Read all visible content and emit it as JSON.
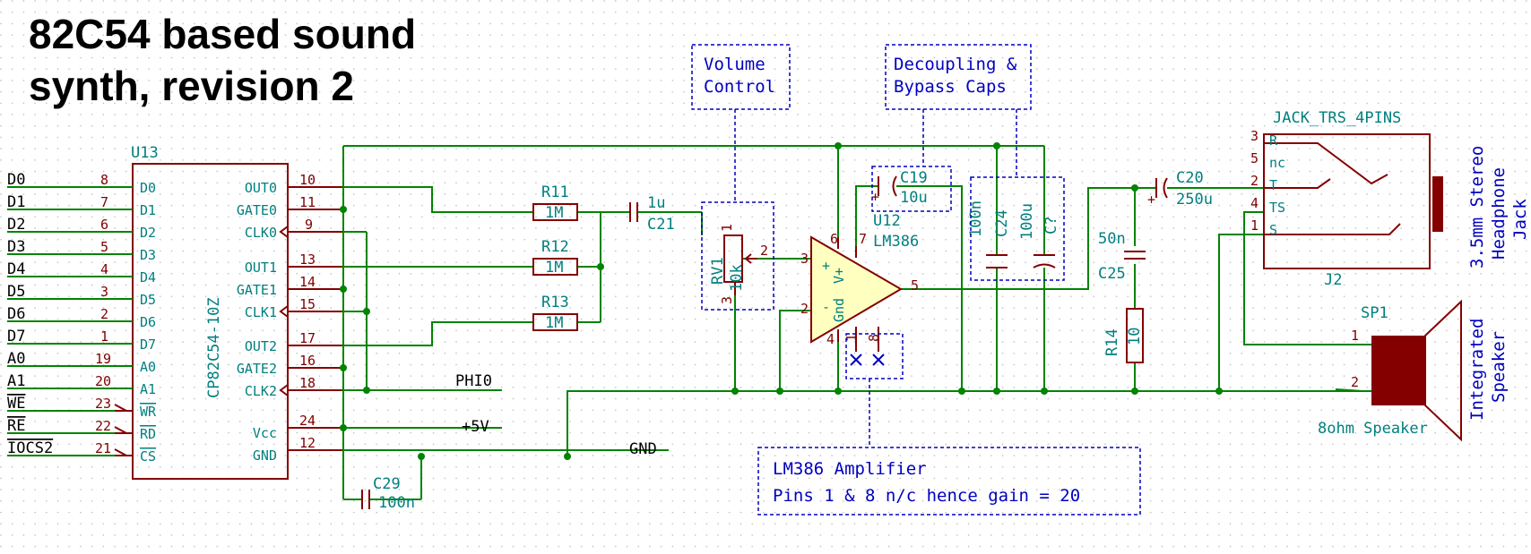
{
  "title": {
    "line1": "82C54 based sound",
    "line2": "synth, revision 2"
  },
  "u13": {
    "ref": "U13",
    "value": "CP82C54-10Z",
    "left_pins": [
      {
        "net": "D0",
        "num": "8",
        "name": "D0"
      },
      {
        "net": "D1",
        "num": "7",
        "name": "D1"
      },
      {
        "net": "D2",
        "num": "6",
        "name": "D2"
      },
      {
        "net": "D3",
        "num": "5",
        "name": "D3"
      },
      {
        "net": "D4",
        "num": "4",
        "name": "D4"
      },
      {
        "net": "D5",
        "num": "3",
        "name": "D5"
      },
      {
        "net": "D6",
        "num": "2",
        "name": "D6"
      },
      {
        "net": "D7",
        "num": "1",
        "name": "D7"
      },
      {
        "net": "A0",
        "num": "19",
        "name": "A0"
      },
      {
        "net": "A1",
        "num": "20",
        "name": "A1"
      },
      {
        "net": "WE",
        "num": "23",
        "name": "WR"
      },
      {
        "net": "RE",
        "num": "22",
        "name": "RD"
      },
      {
        "net": "IOCS2",
        "num": "21",
        "name": "CS"
      }
    ],
    "right_pins": [
      {
        "num": "10",
        "name": "OUT0"
      },
      {
        "num": "11",
        "name": "GATE0"
      },
      {
        "num": "9",
        "name": "CLK0"
      },
      {
        "num": "13",
        "name": "OUT1"
      },
      {
        "num": "14",
        "name": "GATE1"
      },
      {
        "num": "15",
        "name": "CLK1"
      },
      {
        "num": "17",
        "name": "OUT2"
      },
      {
        "num": "16",
        "name": "GATE2"
      },
      {
        "num": "18",
        "name": "CLK2"
      },
      {
        "num": "24",
        "name": "Vcc"
      },
      {
        "num": "12",
        "name": "GND"
      }
    ]
  },
  "nets": {
    "phi0": "PHI0",
    "vcc": "+5V",
    "gnd": "GND"
  },
  "resistors": {
    "r11": {
      "ref": "R11",
      "value": "1M"
    },
    "r12": {
      "ref": "R12",
      "value": "1M"
    },
    "r13": {
      "ref": "R13",
      "value": "1M"
    },
    "r14": {
      "ref": "R14",
      "value": "10"
    }
  },
  "capacitors": {
    "c21": {
      "ref": "C21",
      "value": "1u"
    },
    "c29": {
      "ref": "C29",
      "value": "100n"
    },
    "c19": {
      "ref": "C19",
      "value": "10u"
    },
    "c24": {
      "ref": "C24",
      "value": "100n"
    },
    "cq": {
      "ref": "C?",
      "value": "100u"
    },
    "c25": {
      "ref": "C25",
      "value": "50n"
    },
    "c20": {
      "ref": "C20",
      "value": "250u"
    }
  },
  "rv1": {
    "ref": "RV1",
    "value": "10k",
    "pins": [
      "1",
      "2",
      "3"
    ]
  },
  "u12": {
    "ref": "U12",
    "value": "LM386",
    "pins": {
      "in_plus": "3",
      "in_minus": "2",
      "out": "5",
      "vplus": "6",
      "gnd": "4",
      "bypass": "7",
      "gain1": "1",
      "gain8": "8"
    },
    "labels": {
      "plus": "+",
      "minus": "-",
      "gnd": "Gnd",
      "vplus": "V+"
    }
  },
  "j2": {
    "ref": "J2",
    "value": "JACK_TRS_4PINS",
    "pins": [
      {
        "num": "3",
        "name": "R"
      },
      {
        "num": "5",
        "name": "nc"
      },
      {
        "num": "2",
        "name": "T"
      },
      {
        "num": "4",
        "name": "TS"
      },
      {
        "num": "1",
        "name": "S"
      }
    ],
    "label_lines": [
      "3.5mm Stereo",
      "Headphone",
      "Jack"
    ]
  },
  "sp1": {
    "ref": "SP1",
    "value": "8ohm Speaker",
    "pins": [
      "1",
      "2"
    ],
    "label_lines": [
      "Integrated",
      "Speaker"
    ]
  },
  "notes": {
    "volume": [
      "Volume",
      "Control"
    ],
    "decoupling": [
      "Decoupling &",
      "Bypass Caps"
    ],
    "amp": [
      "LM386 Amplifier",
      "Pins 1 & 8 n/c hence gain = 20"
    ]
  },
  "colors": {
    "wire": "#008400",
    "component": "#840000",
    "text": "#007f7f",
    "note": "#0000c0",
    "title": "#000000"
  }
}
